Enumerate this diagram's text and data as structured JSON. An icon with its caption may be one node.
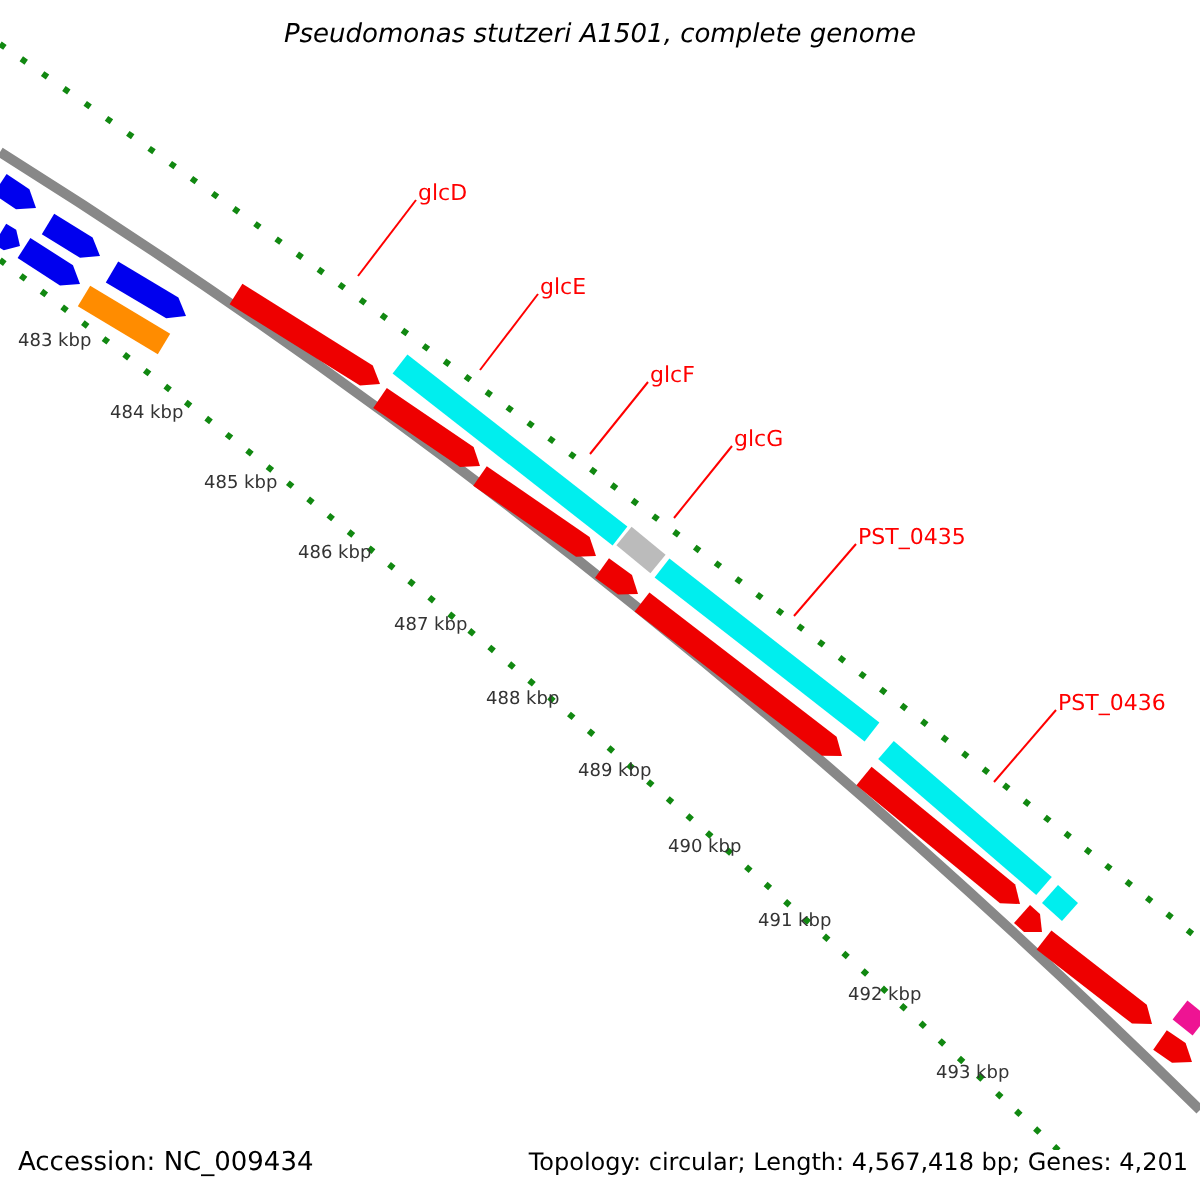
{
  "diagram": {
    "title": "Pseudomonas stutzeri A1501, complete genome",
    "nodes": [
      {
        "text": [
          "glcD"
        ]
      },
      {
        "text": [
          "glcE"
        ]
      },
      {
        "text": [
          "glcF"
        ]
      },
      {
        "text": [
          "glcG"
        ]
      },
      {
        "text": [
          "PST_0435"
        ]
      },
      {
        "text": [
          "PST_0436"
        ]
      }
    ],
    "edges": [
      {
        "from": 0,
        "to": null,
        "arrow": "none",
        "color": "#ff0000"
      },
      {
        "from": 1,
        "to": null,
        "arrow": "none",
        "color": "#ff0000"
      },
      {
        "from": 2,
        "to": null,
        "arrow": "none",
        "color": "#ff0000"
      },
      {
        "from": 3,
        "to": null,
        "arrow": "none",
        "color": "#ff0000"
      },
      {
        "from": 4,
        "to": null,
        "arrow": "none",
        "color": "#ff0000"
      },
      {
        "from": 5,
        "to": null,
        "arrow": "none",
        "color": "#ff0000"
      }
    ],
    "labels": [
      "483 kbp",
      "484 kbp",
      "485 kbp",
      "486 kbp",
      "487 kbp",
      "488 kbp",
      "489 kbp",
      "490 kbp",
      "491 kbp",
      "492 kbp",
      "493 kbp",
      "Accession: NC_009434",
      "Topology: circular; Length: 4,567,418 bp; Genes: 4,201"
    ]
  }
}
